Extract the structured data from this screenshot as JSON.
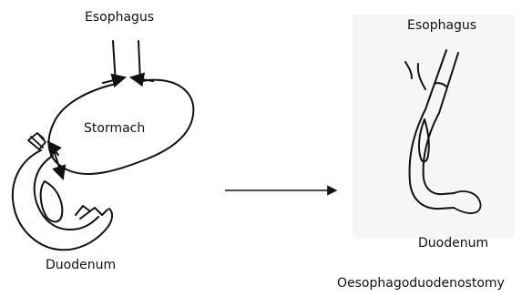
{
  "before": {
    "esophagus_label": "Esophagus",
    "stomach_label": "Stormach",
    "duodenum_label": "Duodenum"
  },
  "after": {
    "esophagus_label": "Esophagus",
    "duodenum_label": "Duodenum",
    "procedure_label": "Oesophagoduodenostomy"
  },
  "colors": {
    "ink": "#111111",
    "panel_shade": "#f6f6f4"
  }
}
